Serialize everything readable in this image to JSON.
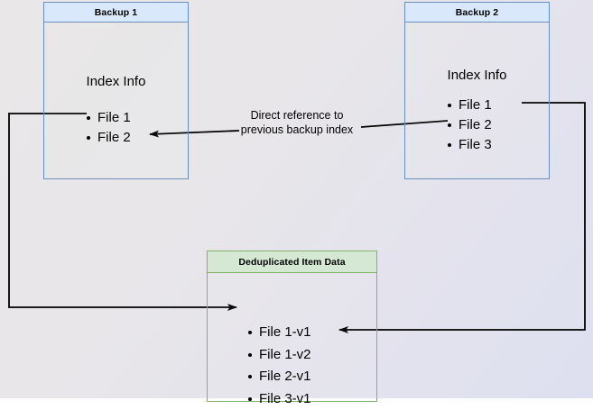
{
  "diagram": {
    "title": "Backup deduplication index reference diagram",
    "background": {
      "from": "#e9e7e8",
      "to": "#dde0f0"
    },
    "colors": {
      "blue_fill": "#dae8fc",
      "blue_stroke": "#6c8ebf",
      "green_fill": "#d5e8d4",
      "green_stroke": "#82b366",
      "arrow": "#000000",
      "text": "#000000"
    },
    "nodes": {
      "backup1": {
        "header": "Backup 1",
        "section_label": "Index Info",
        "items": [
          "File 1",
          "File 2"
        ]
      },
      "backup2": {
        "header": "Backup 2",
        "section_label": "Index Info",
        "items": [
          "File 1",
          "File 2",
          "File 3"
        ]
      },
      "dedup": {
        "header": "Deduplicated Item Data",
        "items": [
          "File 1-v1",
          "File 1-v2",
          "File 2-v1",
          "File 3-v1"
        ]
      }
    },
    "annotations": {
      "direct_reference_line1": "Direct reference to",
      "direct_reference_line2": "previous backup index"
    },
    "edges": [
      {
        "name": "backup2-index-to-backup1-index",
        "from": "backup2.items.File 2",
        "to": "backup1.items.File 2",
        "label": "Direct reference to previous backup index",
        "arrowhead": "to"
      },
      {
        "name": "backup1-file1-to-dedup",
        "from": "backup1.items.File 1",
        "to": "dedup.items.File 1-v1",
        "label": "",
        "arrowhead": "to"
      },
      {
        "name": "backup2-file1-to-dedup",
        "from": "backup2.items.File 1",
        "to": "dedup.items.File 1-v2",
        "label": "",
        "arrowhead": "to"
      }
    ]
  }
}
